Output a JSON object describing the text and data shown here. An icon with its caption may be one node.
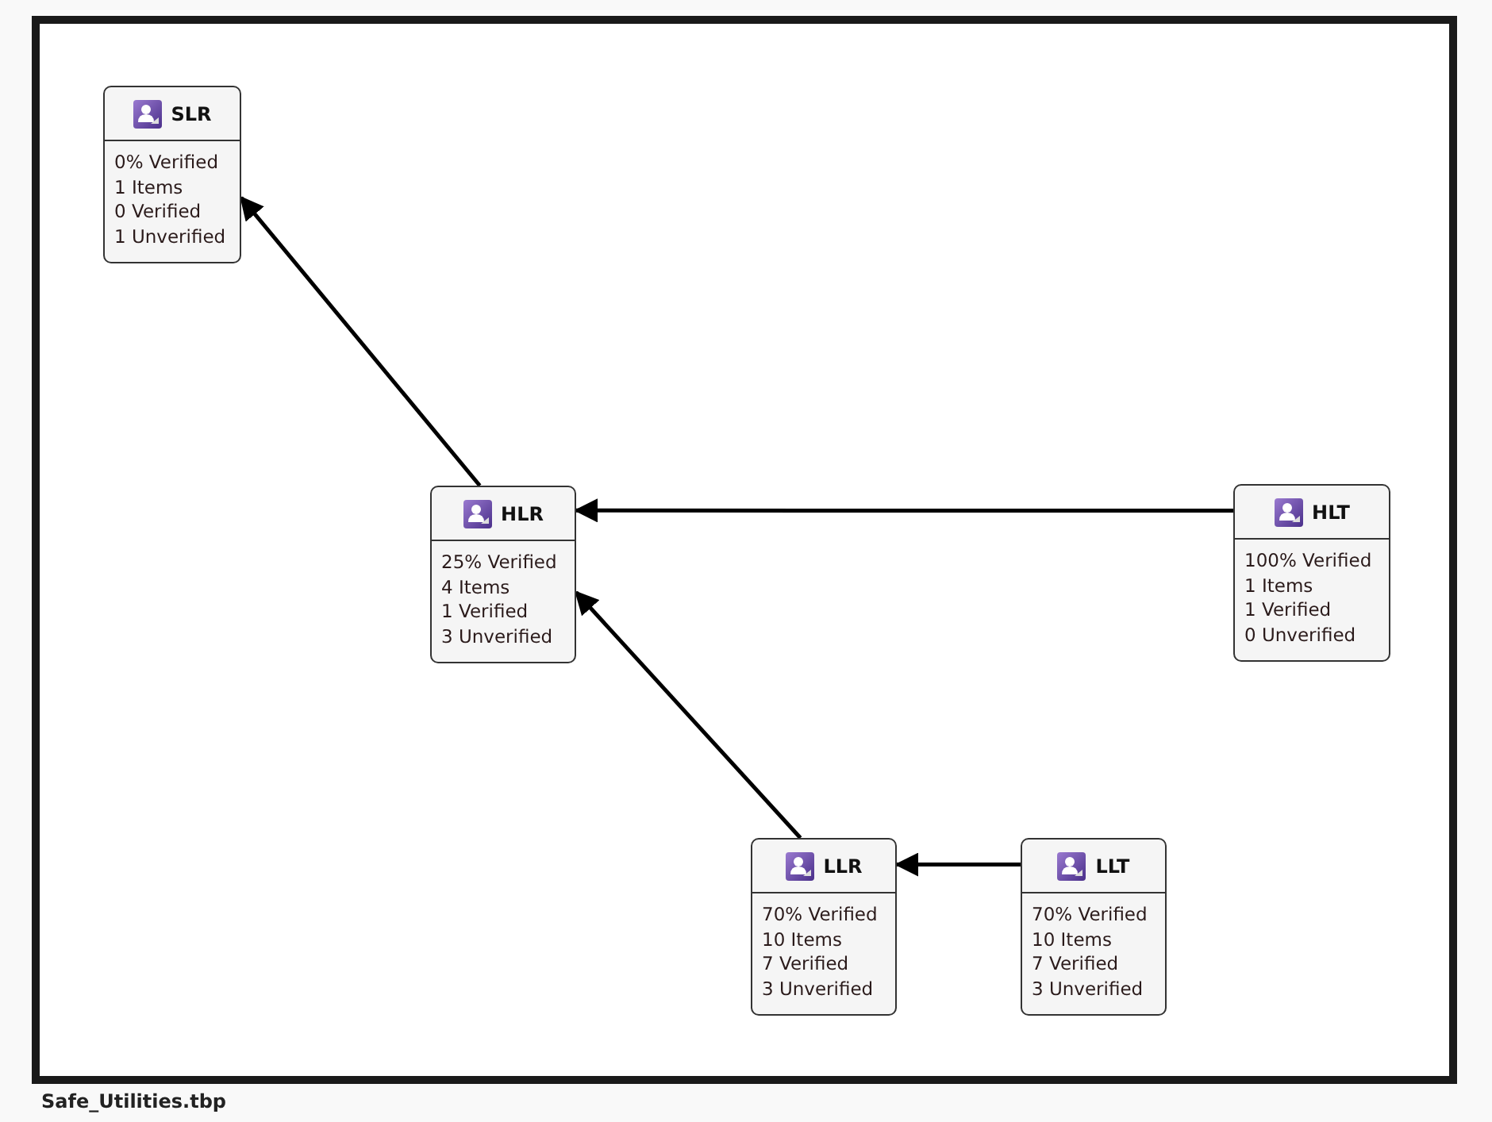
{
  "diagram": {
    "caption": "Safe_Utilities.tbp",
    "nodes": [
      {
        "text": [
          "SLR",
          "0% Verified",
          "1 Items",
          "0 Verified",
          "1 Unverified"
        ]
      },
      {
        "text": [
          "HLR",
          "25% Verified",
          "4 Items",
          "1 Verified",
          "3 Unverified"
        ]
      },
      {
        "text": [
          "HLT",
          "100% Verified",
          "1 Items",
          "1 Verified",
          "0 Unverified"
        ]
      },
      {
        "text": [
          "LLR",
          "70% Verified",
          "10 Items",
          "7 Verified",
          "3 Unverified"
        ]
      },
      {
        "text": [
          "LLT",
          "70% Verified",
          "10 Items",
          "7 Verified",
          "3 Unverified"
        ]
      }
    ],
    "edges": [
      {
        "from": 1,
        "to": 0,
        "arrow": "to"
      },
      {
        "from": 2,
        "to": 1,
        "arrow": "to"
      },
      {
        "from": 3,
        "to": 1,
        "arrow": "to"
      },
      {
        "from": 4,
        "to": 3,
        "arrow": "to"
      }
    ]
  }
}
